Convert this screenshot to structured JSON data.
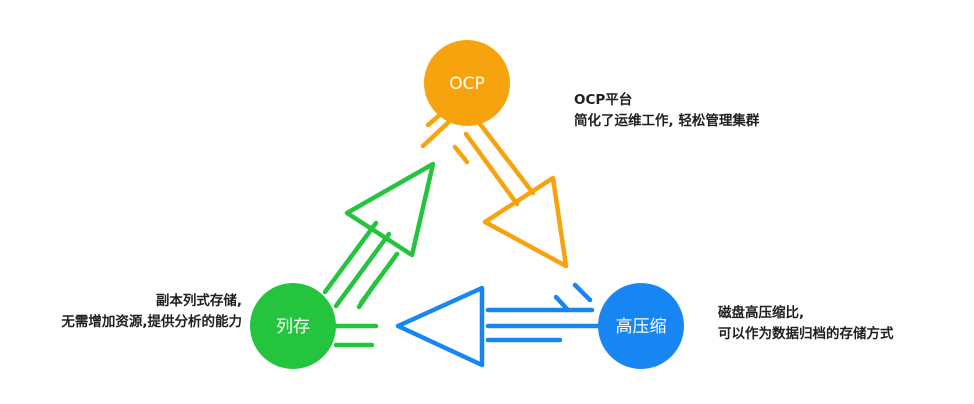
{
  "colors": {
    "ocp": "#F7A30E",
    "column": "#25C43F",
    "compress": "#1786F2"
  },
  "nodes": {
    "ocp": "OCP",
    "column": "列存",
    "compress": "高压缩"
  },
  "captions": {
    "ocp": [
      "OCP平台",
      "简化了运维工作, 轻松管理集群"
    ],
    "column": [
      "副本列式存储,",
      "无需增加资源,提供分析的能力"
    ],
    "compress": [
      "磁盘高压缩比,",
      "可以作为数据归档的存储方式"
    ]
  }
}
